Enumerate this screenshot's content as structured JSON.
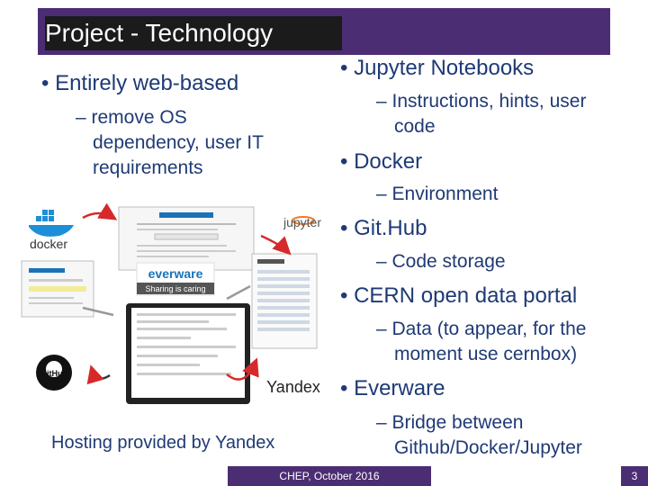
{
  "title": "Project - Technology",
  "left": {
    "bullet": "• Entirely web-based",
    "sub": [
      "– remove OS",
      "dependency, user IT",
      "requirements"
    ]
  },
  "right": {
    "items": [
      {
        "bullet": "• Jupyter Notebooks",
        "sub": [
          "– Instructions, hints, user",
          "code"
        ]
      },
      {
        "bullet": "• Docker",
        "sub": [
          "– Environment"
        ]
      },
      {
        "bullet": "• Git.Hub",
        "sub": [
          "– Code storage"
        ]
      },
      {
        "bullet": "• CERN open data portal",
        "sub": [
          "– Data (to appear, for the",
          "moment use cernbox)"
        ]
      },
      {
        "bullet": "• Everware",
        "sub": [
          "– Bridge between",
          "Github/Docker/Jupyter"
        ]
      }
    ]
  },
  "diagram": {
    "docker": "docker",
    "jupyter": "jupyter",
    "everware": "everware",
    "tagline": "Sharing is caring",
    "github": "GitHub",
    "yandex": "Yandex"
  },
  "hosting": "Hosting provided by Yandex",
  "footer": "CHEP, October 2016",
  "page": "3"
}
